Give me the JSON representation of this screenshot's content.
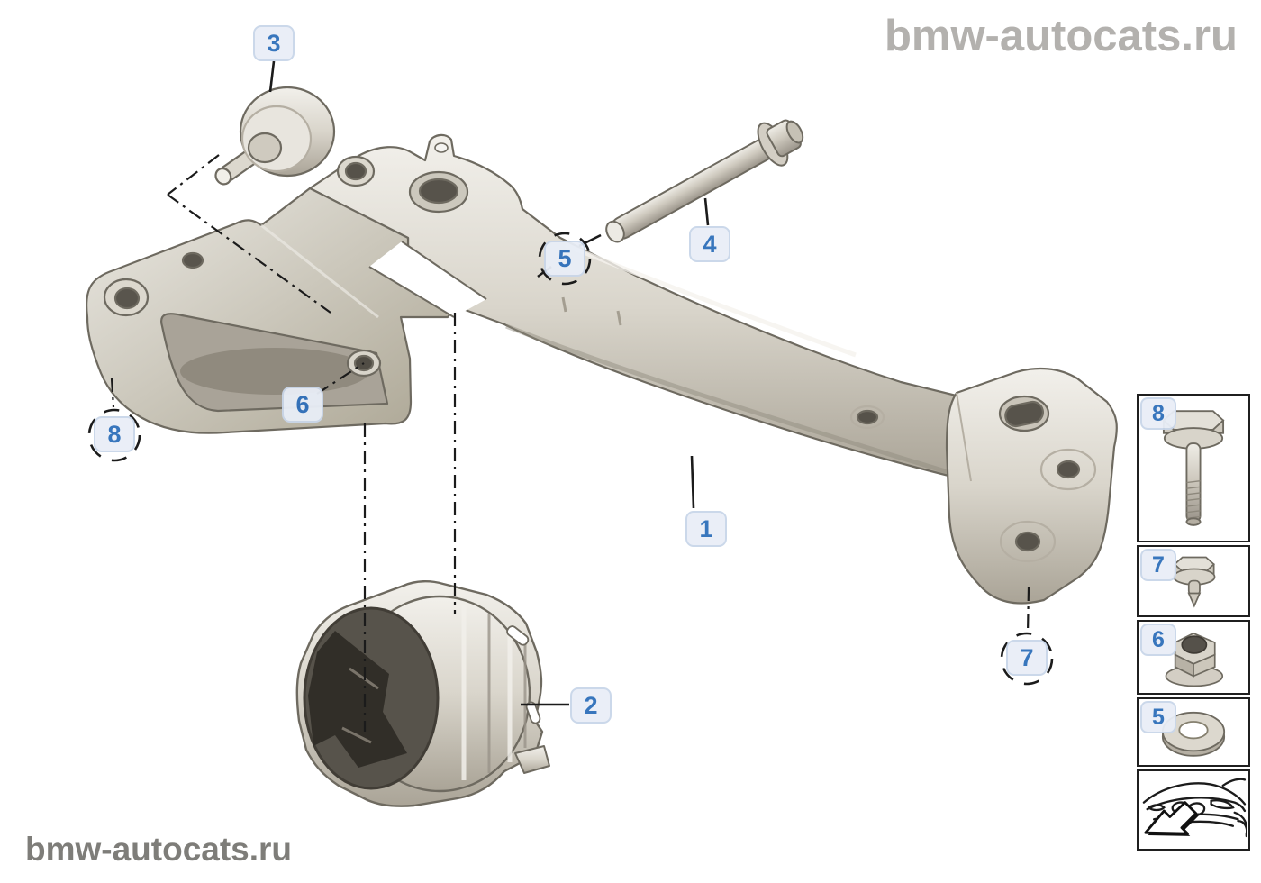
{
  "watermarks": {
    "top_right": "bmw-autocats.ru",
    "bottom_left": "bmw-autocats.ru"
  },
  "callouts": [
    {
      "label": "1"
    },
    {
      "label": "2"
    },
    {
      "label": "3"
    },
    {
      "label": "4"
    },
    {
      "label": "5"
    },
    {
      "label": "6"
    },
    {
      "label": "7"
    },
    {
      "label": "8"
    }
  ],
  "legend": {
    "items": [
      {
        "label": "8",
        "icon": "flange-bolt-icon"
      },
      {
        "label": "7",
        "icon": "body-bolt-icon"
      },
      {
        "label": "6",
        "icon": "flange-nut-icon"
      },
      {
        "label": "5",
        "icon": "washer-icon"
      },
      {
        "label": "",
        "icon": "car-direction-icon"
      }
    ]
  },
  "colors": {
    "badge_bg": "#e9eef7",
    "badge_border": "#c9d6e9",
    "badge_number": "#2e6fba",
    "legend_border": "#1f1f1f",
    "watermark_top": "#b3b1ae",
    "watermark_bottom": "#7e7d79",
    "metal_light": "#f2f0eb",
    "metal_mid": "#d9d5cb",
    "metal_dark": "#b0aa9d",
    "outline": "#6e6a60"
  }
}
